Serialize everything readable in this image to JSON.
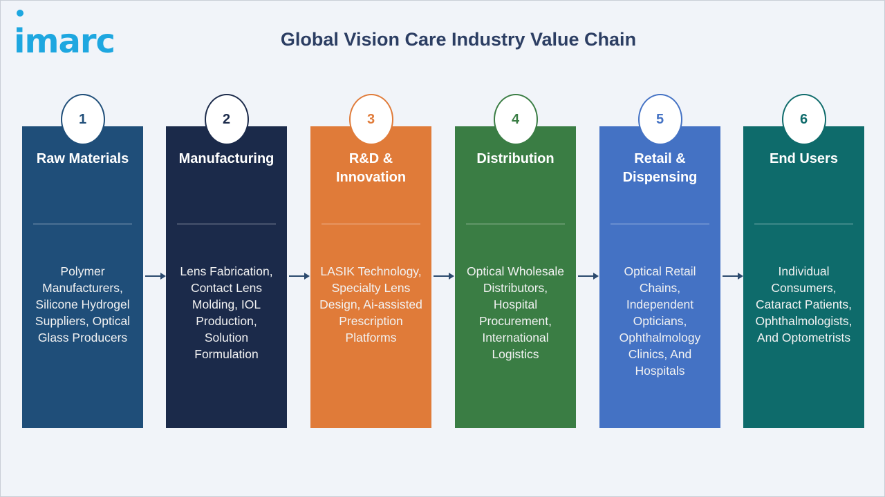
{
  "header": {
    "logo_text": "imarc",
    "title": "Global Vision Care Industry Value Chain"
  },
  "stages": [
    {
      "number": "1",
      "title": "Raw Materials",
      "description": "Polymer Manufacturers, Silicone Hydrogel Suppliers, Optical Glass Producers",
      "color": "#1f4e79"
    },
    {
      "number": "2",
      "title": "Manufacturing",
      "description": "Lens Fabrication, Contact Lens Molding, IOL Production, Solution Formulation",
      "color": "#1b2a4a"
    },
    {
      "number": "3",
      "title": "R&D & Innovation",
      "description": "LASIK Technology, Specialty Lens Design, Ai-assisted Prescription Platforms",
      "color": "#e07b39"
    },
    {
      "number": "4",
      "title": "Distribution",
      "description": "Optical Wholesale Distributors, Hospital Procurement, International Logistics",
      "color": "#3a7d44"
    },
    {
      "number": "5",
      "title": "Retail & Dispensing",
      "description": "Optical Retail Chains, Independent Opticians, Ophthalmology Clinics, And Hospitals",
      "color": "#4472c4"
    },
    {
      "number": "6",
      "title": "End Users",
      "description": "Individual Consumers, Cataract Patients, Ophthalmologists, And Optometrists",
      "color": "#0e6b6b"
    }
  ],
  "arrow_color": "#2c4a6e"
}
